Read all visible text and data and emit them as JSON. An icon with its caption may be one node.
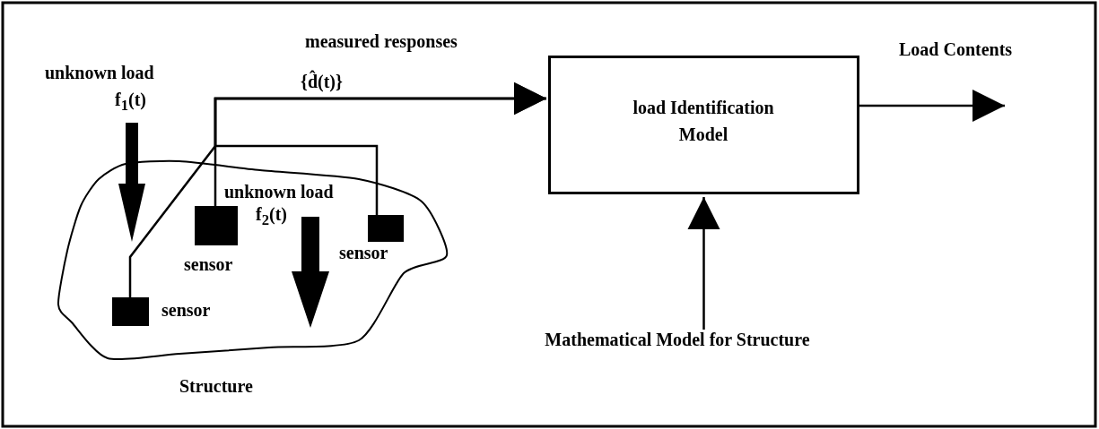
{
  "diagram": {
    "nodes": [
      {
        "text": [
          "Structure"
        ]
      },
      {
        "text": [],
        "shape": "box",
        "in": 0,
        "beside": [
          "sensor"
        ]
      },
      {
        "text": [],
        "shape": "box",
        "in": 0,
        "beside": [
          "sensor"
        ]
      },
      {
        "text": [],
        "shape": "box",
        "in": 0,
        "beside": [
          "sensor"
        ]
      },
      {
        "text": [
          "load Identification Model"
        ]
      },
      {
        "text": [
          "Mathematical Model for Structure"
        ]
      }
    ],
    "edges": [
      {
        "from": 1,
        "to": 4,
        "arrow": "to"
      },
      {
        "from": 2,
        "to": 4,
        "arrow": "to",
        "label": "measured responses"
      },
      {
        "from": 3,
        "to": 4,
        "arrow": "to"
      },
      {
        "from": 5,
        "to": 4,
        "arrow": "to"
      },
      {
        "from": 4,
        "to": null,
        "arrow": "to",
        "label": "Load Contents"
      }
    ],
    "labels": [
      "unknown load",
      "f$_{1}$(t)",
      "{d̂(t)}",
      "unknown load",
      "f$_{2}$(t)"
    ]
  }
}
